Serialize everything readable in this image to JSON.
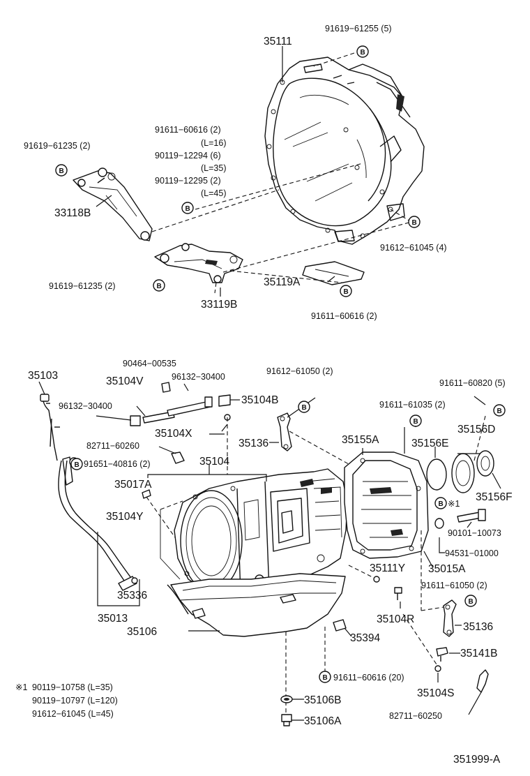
{
  "diagram_code": "351999-A",
  "symbols": {
    "bolt_marker": "B",
    "note_marker": "※1"
  },
  "labels": {
    "p35111": "35111",
    "b_91619_61255": "91619−61255 (5)",
    "b_91611_60616_2a": "91611−60616 (2)",
    "l16": "(L=16)",
    "b_90119_12294": "90119−12294 (6)",
    "l35": "(L=35)",
    "b_90119_12295": "90119−12295 (2)",
    "l45": "(L=45)",
    "b_91619_61235_top": "91619−61235 (2)",
    "p33118B": "33118B",
    "b_91612_61045": "91612−61045 (4)",
    "b_91619_61235_mid": "91619−61235 (2)",
    "p35119A": "35119A",
    "p33119B": "33119B",
    "b_91611_60616_2b": "91611−60616 (2)",
    "p35103": "35103",
    "p90464_00535": "90464−00535",
    "p35104V": "35104V",
    "p96132_30400a": "96132−30400",
    "p96132_30400b": "96132−30400",
    "p35104B": "35104B",
    "b_91612_61050": "91612−61050 (2)",
    "b_91611_60820": "91611−60820 (5)",
    "b_91611_61035": "91611−61035 (2)",
    "p35104X": "35104X",
    "p82711_60260": "82711−60260",
    "p35136a": "35136",
    "p35155A": "35155A",
    "p35156D": "35156D",
    "p35156E": "35156E",
    "b_91651_40816": "91651−40816 (2)",
    "p35104": "35104",
    "p35017A": "35017A",
    "p35104Y": "35104Y",
    "p35156F": "35156F",
    "p90101_10073": "90101−10073",
    "p94531_01000": "94531−01000",
    "p35111Y": "35111Y",
    "p35015A": "35015A",
    "b_91611_61050": "91611−61050 (2)",
    "p35336": "35336",
    "p35013": "35013",
    "p35104R": "35104R",
    "p35136b": "35136",
    "p35106": "35106",
    "p35394": "35394",
    "p35141B": "35141B",
    "b_91611_60616_20": "91611−60616 (20)",
    "p35104S": "35104S",
    "p35106B": "35106B",
    "p82711_60250": "82711−60250",
    "p35106A": "35106A"
  },
  "note": {
    "line1": "90119−10758 (L=35)",
    "line2": "90119−10797 (L=120)",
    "line3": "91612−61045 (L=45)"
  }
}
